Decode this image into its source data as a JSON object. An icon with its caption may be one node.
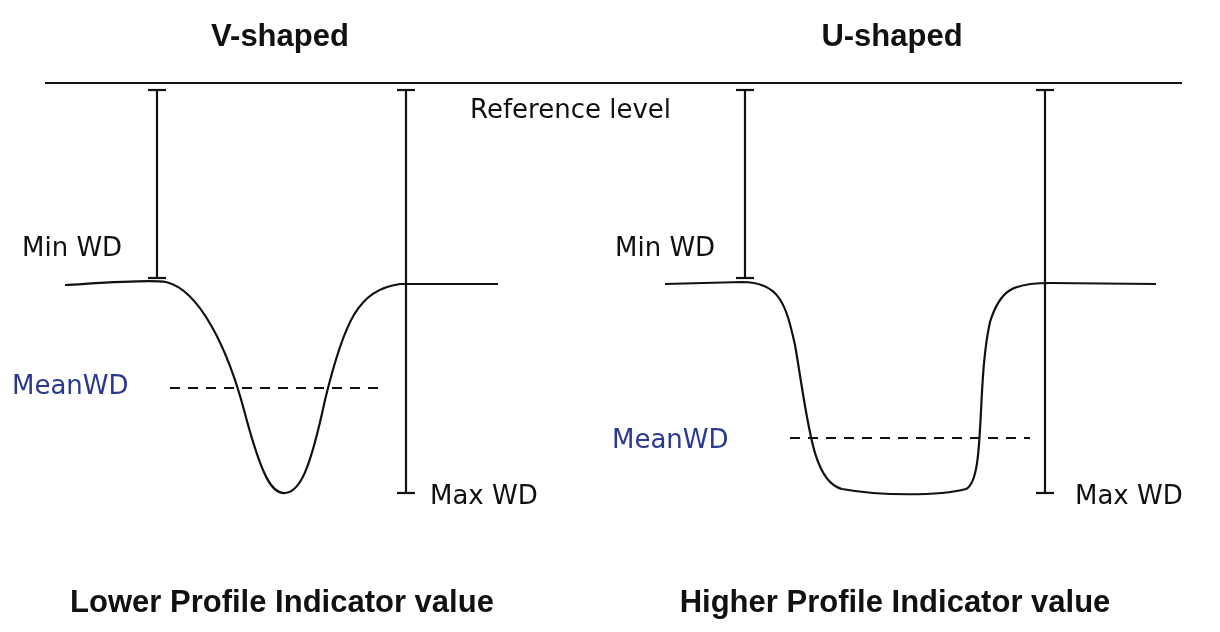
{
  "diagram": {
    "labels": [
      "V-shaped",
      "U-shaped",
      "Reference level",
      "Min WD",
      "MeanWD",
      "Max WD",
      "Min WD",
      "MeanWD",
      "Max WD",
      "Lower Profile Indicator value",
      "Higher Profile Indicator value"
    ]
  }
}
